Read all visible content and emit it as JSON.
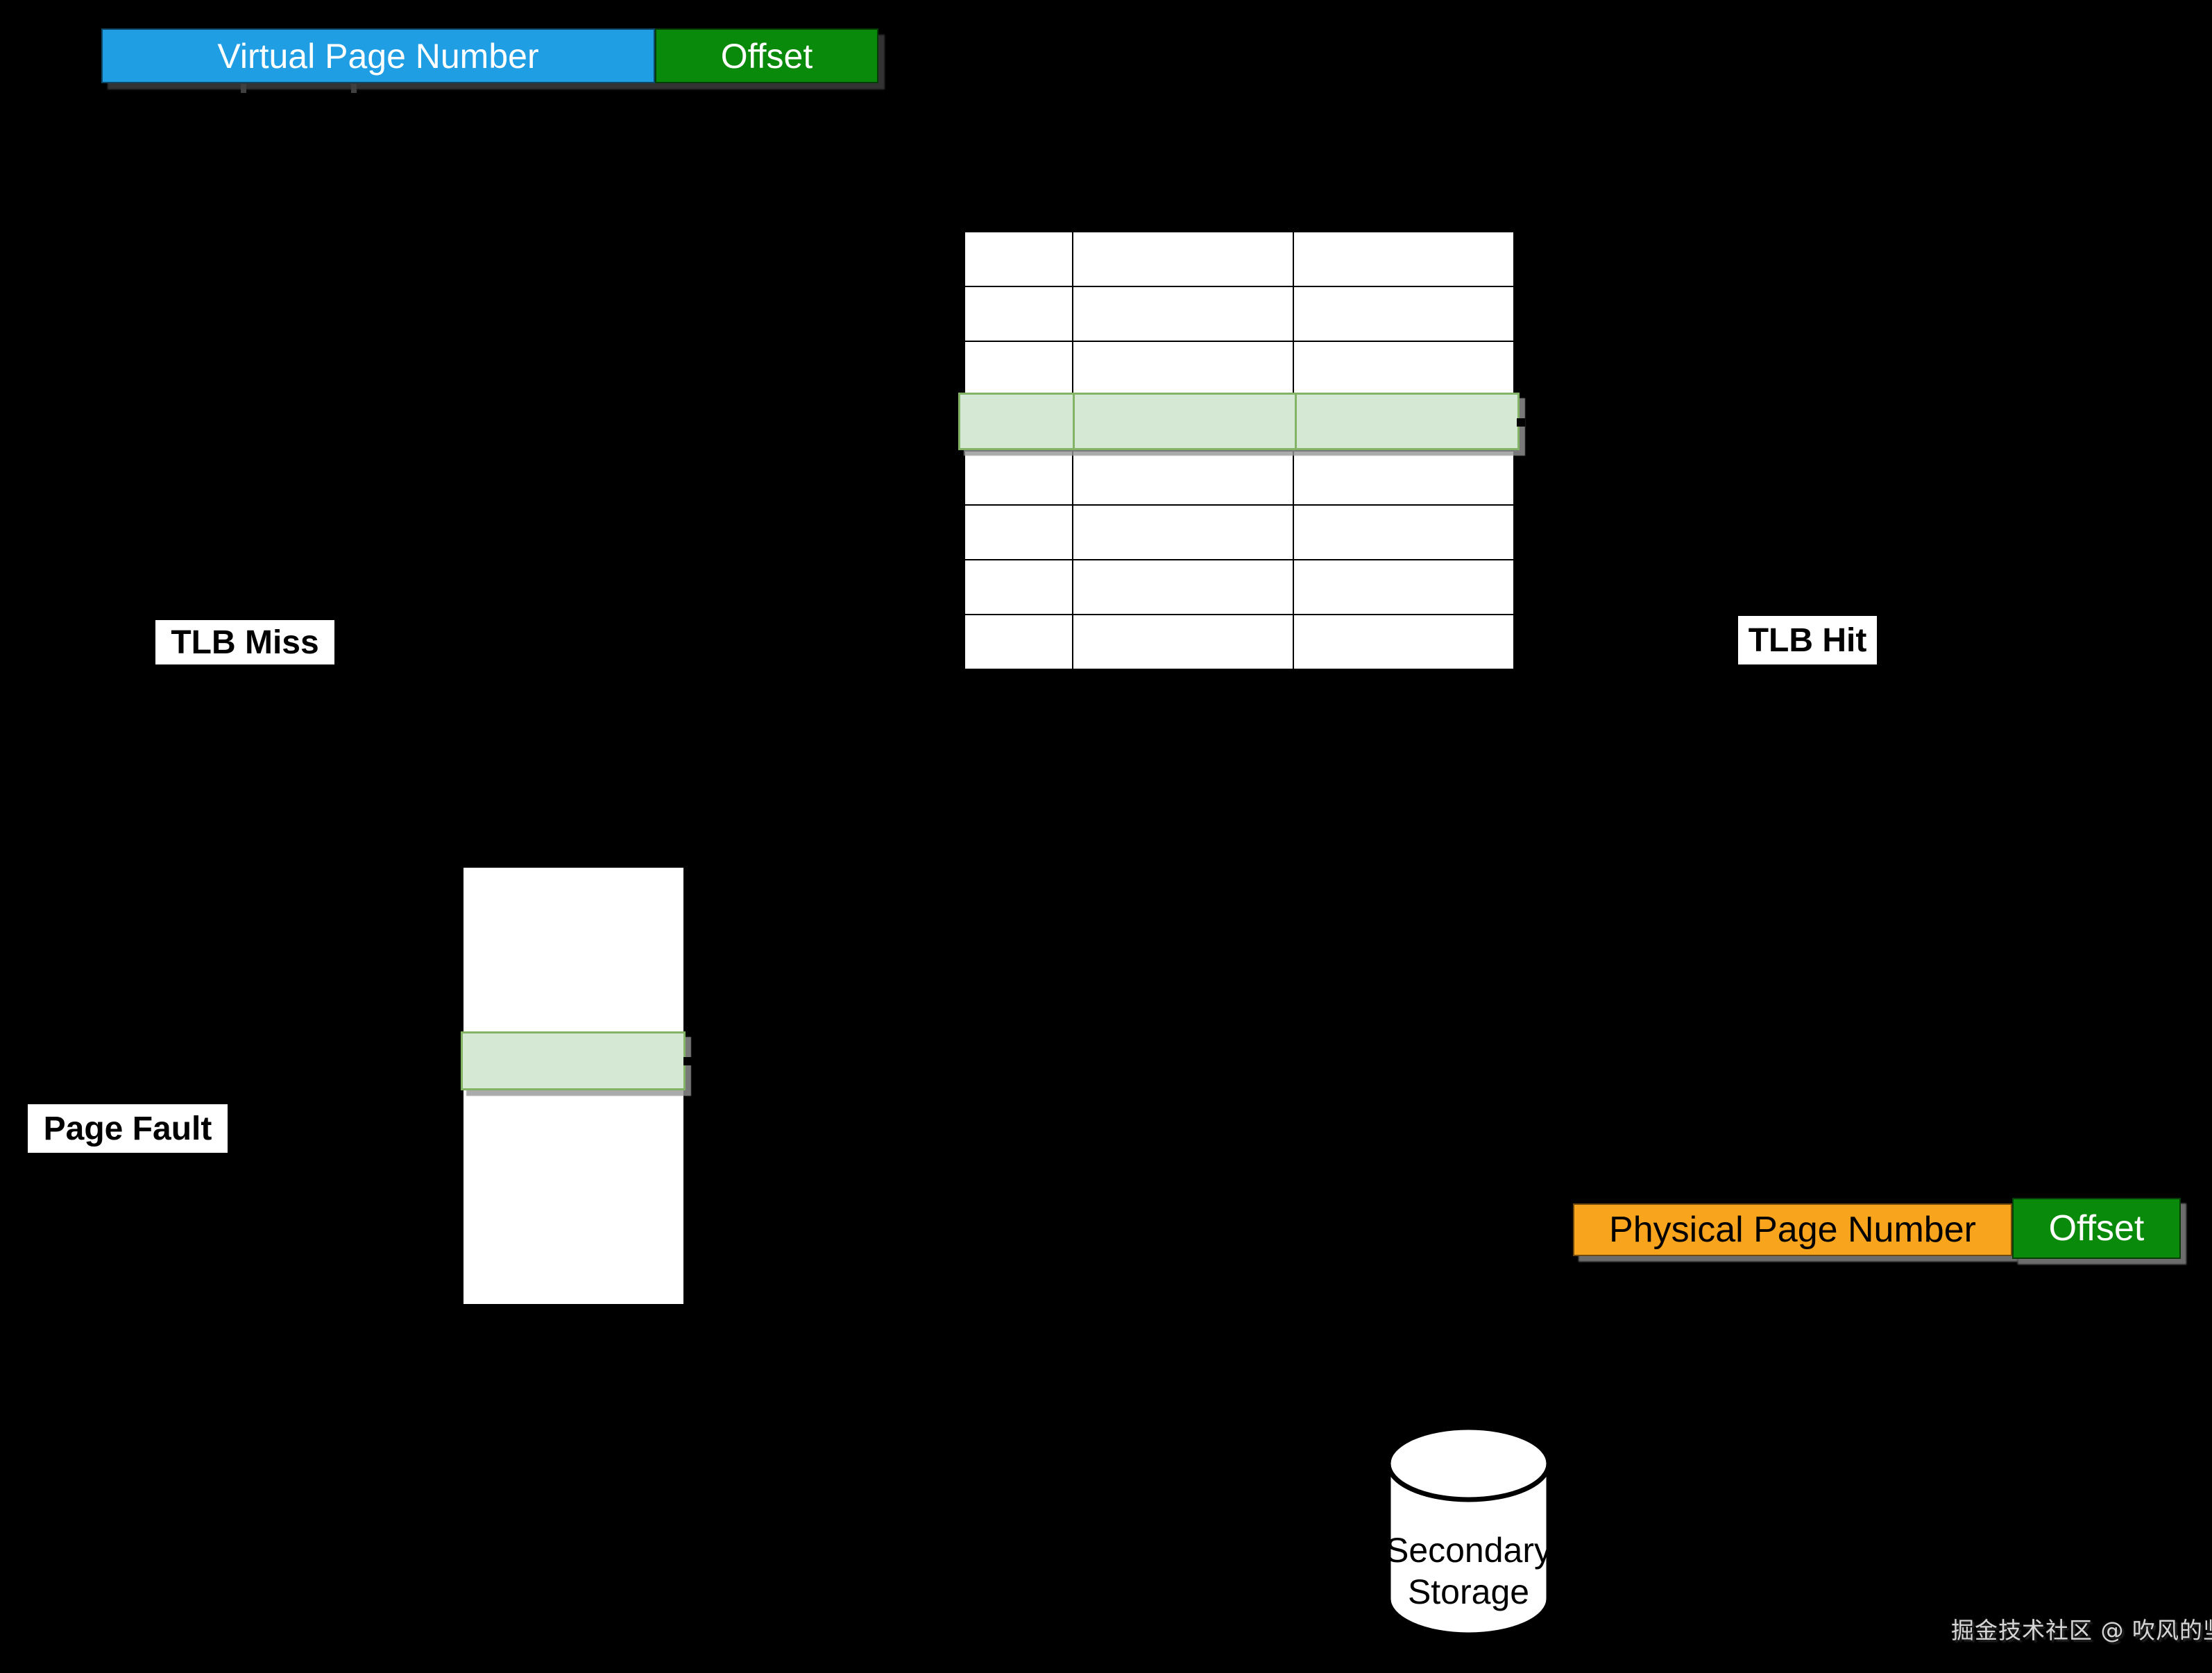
{
  "page": {
    "background": "#000000"
  },
  "virtual_address": {
    "vpn_label": "Virtual Page Number",
    "offset_label": "Offset",
    "vpn_color": "#1F9EE4",
    "offset_color": "#0A8A0A"
  },
  "tlb_table": {
    "row_count": 8,
    "col_count": 3,
    "highlighted_row": 4,
    "fill": "#FFFFFF",
    "line_color": "#000000",
    "highlight_fill": "#D5E8D4",
    "highlight_border": "#82B366"
  },
  "labels": {
    "tlb_miss": "TLB Miss",
    "tlb_hit": "TLB Hit",
    "page_fault": "Page Fault"
  },
  "page_table": {
    "fill": "#FFFFFF",
    "highlight_fill": "#D5E8D4",
    "highlight_border": "#82B366"
  },
  "physical_address": {
    "ppn_label": "Physical Page Number",
    "offset_label": "Offset",
    "ppn_color": "#F8A41D",
    "offset_color": "#0A8A0A"
  },
  "storage": {
    "line1": "Secondary",
    "line2": "Storage"
  },
  "watermark": {
    "text": "掘金技术社区 @ 吹风的坚果"
  }
}
